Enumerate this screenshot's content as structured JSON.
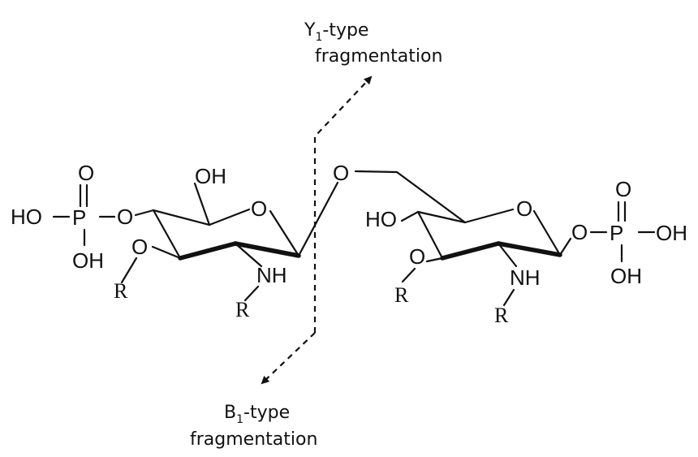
{
  "colors": {
    "ink": "#111111",
    "background": "#ffffff"
  },
  "left_ring": {
    "phosphate": {
      "o_double": "O",
      "p": "P",
      "ho": "HO",
      "o_link": "O",
      "oh": "OH"
    },
    "ring_o": "O",
    "ch2oh": "OH",
    "o3": "O",
    "r3": "R",
    "nh": "NH",
    "r_nh": "R"
  },
  "glycosidic_o": "O",
  "right_ring": {
    "ring_o": "O",
    "ho4": "HO",
    "o3": "O",
    "r3": "R",
    "nh": "NH",
    "r_nh": "R",
    "phosphate": {
      "o_link": "O",
      "p": "P",
      "oh_right": "OH",
      "o_double": "O",
      "oh_below": "OH"
    }
  },
  "labels": {
    "y_main": "Y",
    "y_sub": "1",
    "y_rest": "-type",
    "y_line2": "fragmentation",
    "b_main": "B",
    "b_sub": "1",
    "b_rest": "-type",
    "b_line2": "fragmentation"
  }
}
